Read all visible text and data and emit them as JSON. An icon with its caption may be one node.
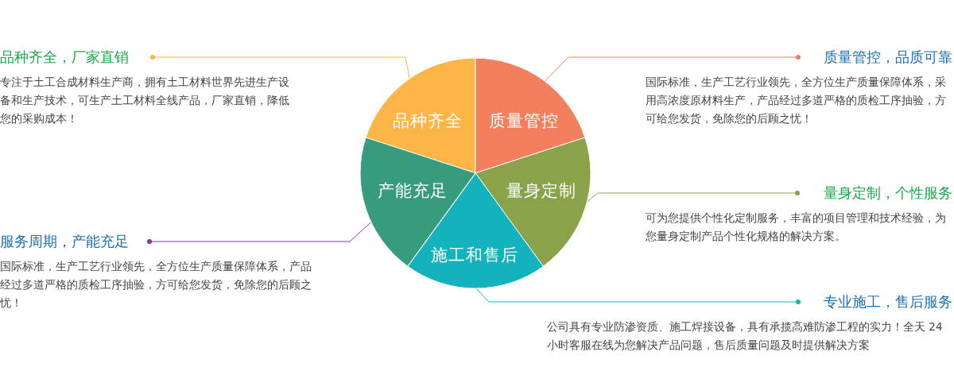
{
  "diagram": {
    "nodes": [
      {
        "text": [
          "品种齐全"
        ]
      },
      {
        "text": [
          "质量管控"
        ]
      },
      {
        "text": [
          "产能充足"
        ]
      },
      {
        "text": [
          "量身定制"
        ]
      },
      {
        "text": [
          "施工和售后"
        ]
      },
      {
        "text": [
          "品种齐全，厂家直销",
          "专注于土工合成材料生产商，拥有土工材料世界先进生产设备和生产技术，可生产土工材料全线产品，厂家直销，降低您的采购成本！"
        ]
      },
      {
        "text": [
          "质量管控，品质可靠",
          "国际标准，生产工艺行业领先，全方位生产质量保障体系，采用高浓度原材料生产，产品经过多道严格的质检工序抽验，方可给您发货，免除您的后顾之忧！"
        ]
      },
      {
        "text": [
          "量身定制，个性服务",
          "可为您提供个性化定制服务，丰富的项目管理和技术经验，为您量身定制产品个性化规格的解决方案。"
        ]
      },
      {
        "text": [
          "服务周期，产能充足",
          "国际标准，生产工艺行业领先，全方位生产质量保障体系，产品经过多道严格的质检工序抽验，方可给您发货，免除您的后顾之忧！"
        ]
      },
      {
        "text": [
          "专业施工，售后服务",
          "公司具有专业防渗资质、施工焊接设备，具有承揽高难防渗工程的实力！全天 24小时客服在线为您解决产品问题，售后质量问题及时提供解决方案"
        ]
      }
    ],
    "edges": [
      {
        "from": 5,
        "to": 0,
        "arrow": "other",
        "color": "#fdb646"
      },
      {
        "from": 6,
        "to": 1,
        "arrow": "other",
        "color": "#f2805e"
      },
      {
        "from": 7,
        "to": 3,
        "arrow": "other",
        "color": "#8aa34b"
      },
      {
        "from": 8,
        "to": 2,
        "arrow": "other",
        "color": "#7a3fa0"
      },
      {
        "from": 9,
        "to": 4,
        "arrow": "other",
        "color": "#13b2bd"
      }
    ]
  }
}
